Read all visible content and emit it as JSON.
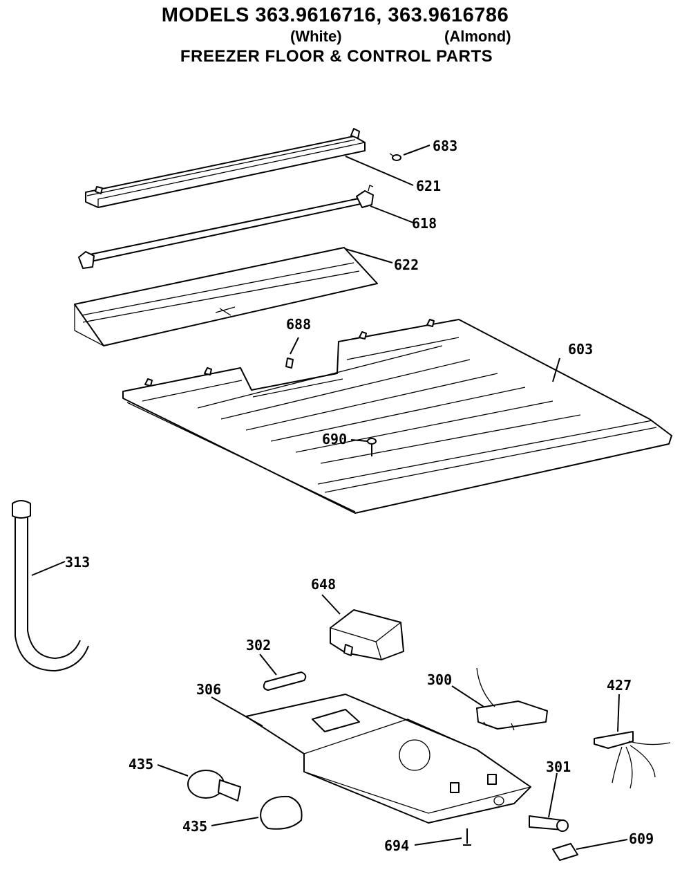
{
  "header": {
    "models": "MODELS 363.9616716, 363.9616786",
    "color_white": "(White)",
    "color_almond": "(Almond)",
    "title": "FREEZER FLOOR & CONTROL PARTS"
  },
  "labels": {
    "p683": "683",
    "p621": "621",
    "p618": "618",
    "p622": "622",
    "p688": "688",
    "p603": "603",
    "p690": "690",
    "p313": "313",
    "p648": "648",
    "p302": "302",
    "p300": "300",
    "p427": "427",
    "p306": "306",
    "p301": "301",
    "p435a": "435",
    "p435b": "435",
    "p694": "694",
    "p609": "609"
  }
}
